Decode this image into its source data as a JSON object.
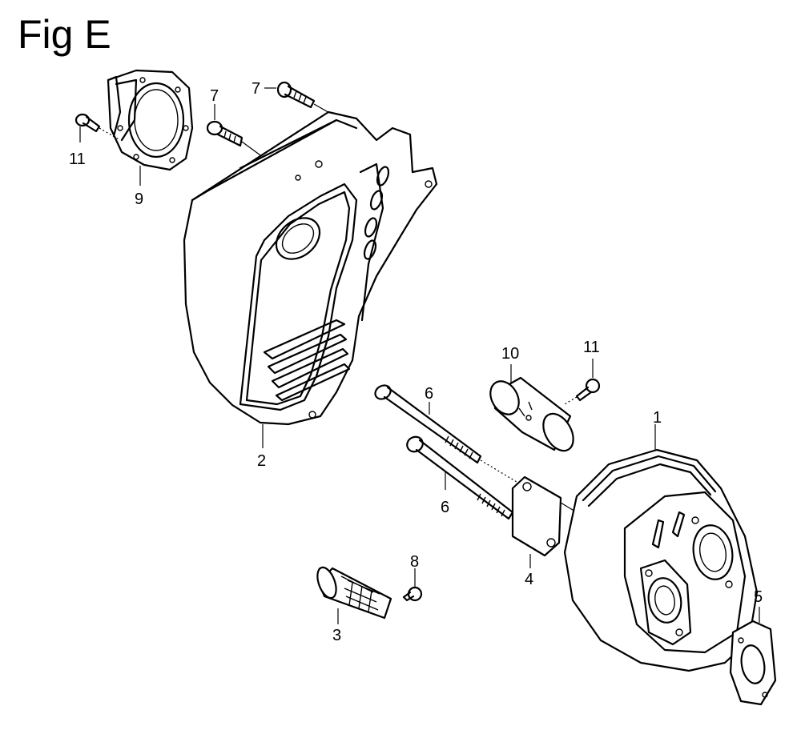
{
  "figure": {
    "title": "Fig E"
  },
  "callouts": {
    "c1": "1",
    "c2": "2",
    "c3": "3",
    "c4": "4",
    "c5": "5",
    "c6a": "6",
    "c6b": "6",
    "c7a": "7",
    "c7b": "7",
    "c8": "8",
    "c9": "9",
    "c10": "10",
    "c11a": "11",
    "c11b": "11"
  }
}
